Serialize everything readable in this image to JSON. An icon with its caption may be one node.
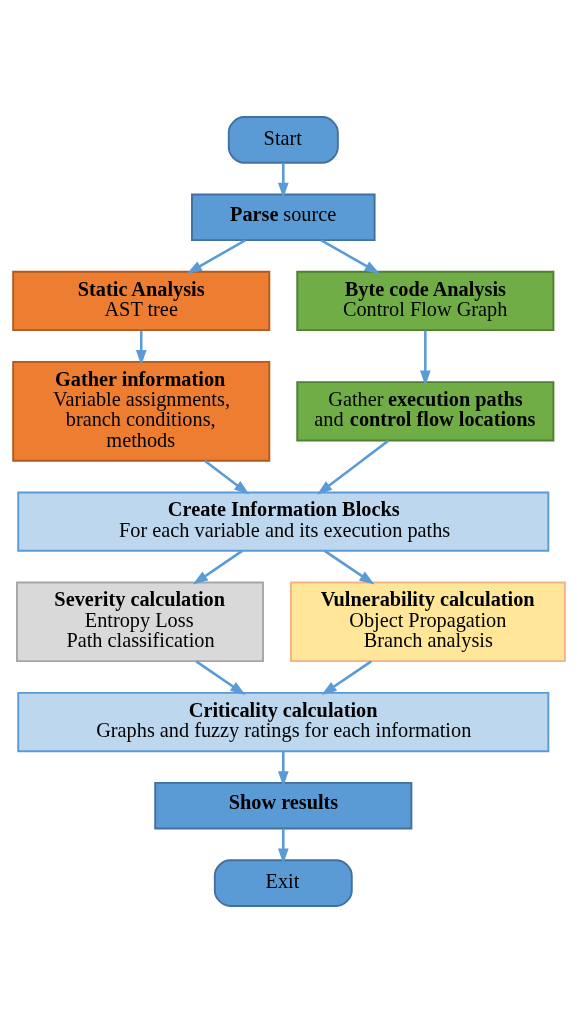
{
  "diagram": {
    "nodes": [
      {
        "text": [
          "Start"
        ]
      },
      {
        "text": [
          "**Parse** source"
        ]
      },
      {
        "text": [
          "Static Analysis",
          "AST tree"
        ]
      },
      {
        "text": [
          "Byte code Analysis",
          "Control Flow Graph"
        ]
      },
      {
        "text": [
          "Gather information",
          "Variable assignments, branch conditions, methods"
        ]
      },
      {
        "text": [
          "Gather **execution paths** and **control flow locations**"
        ]
      },
      {
        "text": [
          "Create Information Blocks",
          "For each variable and its execution paths"
        ]
      },
      {
        "text": [
          "Severity calculation",
          "Entropy Loss",
          "Path classification"
        ]
      },
      {
        "text": [
          "Vulnerability calculation",
          "Object Propagation",
          "Branch analysis"
        ]
      },
      {
        "text": [
          "Criticality calculation",
          "Graphs and fuzzy ratings for each information"
        ]
      },
      {
        "text": [
          "Show results"
        ]
      },
      {
        "text": [
          "Exit"
        ]
      }
    ],
    "edges": [
      {
        "from": 0,
        "to": 1,
        "arrow": "to"
      },
      {
        "from": 1,
        "to": 2,
        "arrow": "to"
      },
      {
        "from": 1,
        "to": 3,
        "arrow": "to"
      },
      {
        "from": 2,
        "to": 4,
        "arrow": "to"
      },
      {
        "from": 3,
        "to": 5,
        "arrow": "to"
      },
      {
        "from": 4,
        "to": 6,
        "arrow": "to"
      },
      {
        "from": 5,
        "to": 6,
        "arrow": "to"
      },
      {
        "from": 6,
        "to": 7,
        "arrow": "to"
      },
      {
        "from": 6,
        "to": 8,
        "arrow": "to"
      },
      {
        "from": 7,
        "to": 9,
        "arrow": "to"
      },
      {
        "from": 8,
        "to": 9,
        "arrow": "to"
      },
      {
        "from": 9,
        "to": 10,
        "arrow": "to"
      },
      {
        "from": 10,
        "to": 11,
        "arrow": "to"
      }
    ]
  }
}
